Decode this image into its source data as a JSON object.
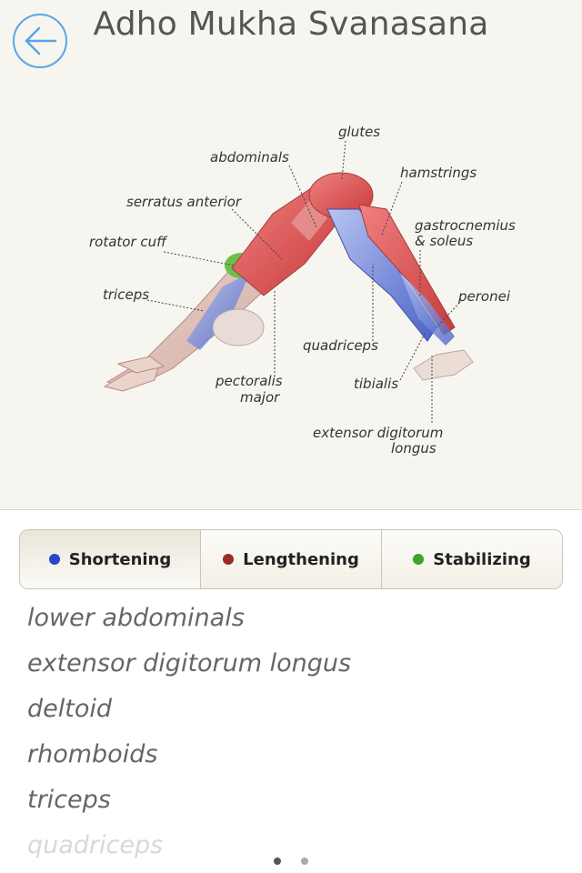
{
  "title": "Adho Mukha Svanasana",
  "back_icon": "back-arrow-icon",
  "labels": {
    "glutes": "glutes",
    "abdominals": "abdominals",
    "hamstrings": "hamstrings",
    "serratus": "serratus anterior",
    "gastroc1": "gastrocnemius",
    "gastroc2": "& soleus",
    "rotator": "rotator cuff",
    "peronei": "peronei",
    "triceps": "triceps",
    "quadriceps": "quadriceps",
    "pectoralis1": "pectoralis",
    "pectoralis2": "major",
    "tibialis": "tibialis",
    "extensor1": "extensor digitorum",
    "extensor2": "longus"
  },
  "tabs": [
    {
      "label": "Shortening",
      "color": "#2a47c8",
      "active": true
    },
    {
      "label": "Lengthening",
      "color": "#9c2a2a",
      "active": false
    },
    {
      "label": "Stabilizing",
      "color": "#3aa52a",
      "active": false
    }
  ],
  "muscles": [
    "lower abdominals",
    "extensor digitorum longus",
    "deltoid",
    "rhomboids",
    "triceps",
    "quadriceps"
  ],
  "pager": {
    "pages": 2,
    "current": 1
  },
  "colors": {
    "accent": "#5aa5e8",
    "shortening": "#2a47c8",
    "lengthening": "#9c2a2a",
    "stabilizing": "#3aa52a"
  }
}
